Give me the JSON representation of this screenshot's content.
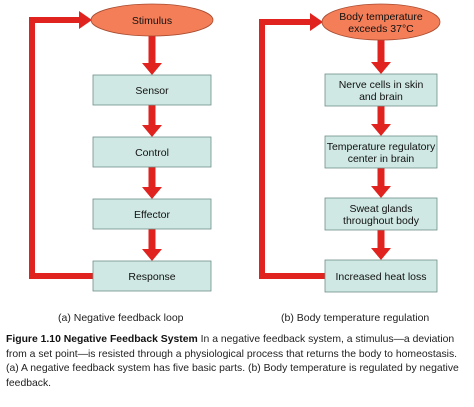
{
  "diagram_a": {
    "label": "(a) Negative feedback loop",
    "nodes": [
      {
        "id": "stimulus",
        "text": [
          "Stimulus"
        ],
        "shape": "ellipse"
      },
      {
        "id": "sensor",
        "text": [
          "Sensor"
        ],
        "shape": "box"
      },
      {
        "id": "control",
        "text": [
          "Control"
        ],
        "shape": "box"
      },
      {
        "id": "effector",
        "text": [
          "Effector"
        ],
        "shape": "box"
      },
      {
        "id": "response",
        "text": [
          "Response"
        ],
        "shape": "box"
      }
    ]
  },
  "diagram_b": {
    "label": "(b) Body temperature regulation",
    "nodes": [
      {
        "id": "body-temp",
        "text": [
          "Body temperature",
          "exceeds 37°C"
        ],
        "shape": "ellipse"
      },
      {
        "id": "nerve-cells",
        "text": [
          "Nerve cells in skin",
          "and brain"
        ],
        "shape": "box"
      },
      {
        "id": "temp-center",
        "text": [
          "Temperature regulatory",
          "center in brain"
        ],
        "shape": "box"
      },
      {
        "id": "sweat-glands",
        "text": [
          "Sweat glands",
          "throughout body"
        ],
        "shape": "box"
      },
      {
        "id": "heat-loss",
        "text": [
          "Increased heat loss"
        ],
        "shape": "box"
      }
    ]
  },
  "caption": {
    "bold": "Figure 1.10 Negative Feedback System",
    "text": " In a negative feedback system, a stimulus—a deviation from a set point—is resisted through a physiological process that returns the body to homeostasis. (a) A negative feedback system has five basic parts. (b) Body temperature is regulated by negative feedback."
  },
  "colors": {
    "arrow": "#e0231f",
    "ellipse_fill": "#f37e58",
    "box_fill": "#cfe8e3",
    "box_stroke": "#6f8f88"
  }
}
